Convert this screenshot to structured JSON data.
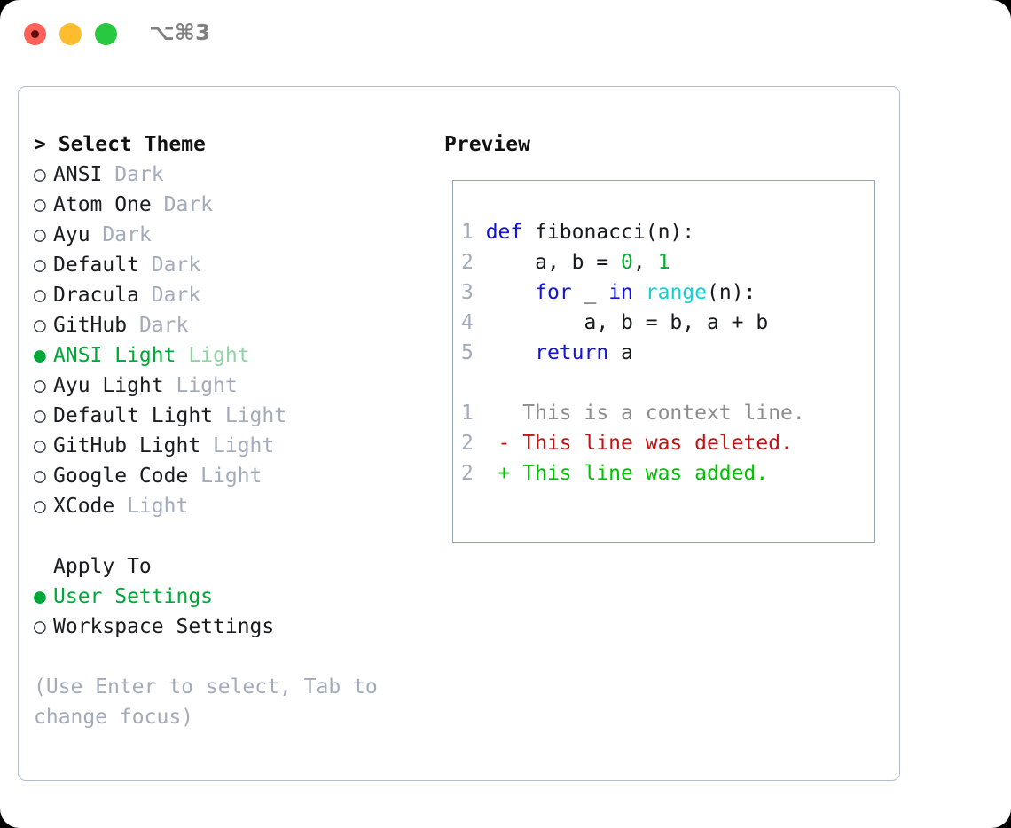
{
  "window": {
    "title": "⌥⌘3",
    "traffic_lights": [
      "close",
      "minimize",
      "maximize"
    ],
    "colors": {
      "close": "#ff6058",
      "minimize": "#ffbd2e",
      "maximize": "#28c840",
      "accent_green": "#00a83a",
      "border": "#b3bdcc",
      "muted": "#a3abbb"
    }
  },
  "theme_list": {
    "header": "Select Theme",
    "caret": ">",
    "bullet_selected": "●",
    "bullet_unselected": "○",
    "items": [
      {
        "name": "ANSI",
        "kind": "Dark",
        "selected": false
      },
      {
        "name": "Atom One",
        "kind": "Dark",
        "selected": false
      },
      {
        "name": "Ayu",
        "kind": "Dark",
        "selected": false
      },
      {
        "name": "Default",
        "kind": "Dark",
        "selected": false
      },
      {
        "name": "Dracula",
        "kind": "Dark",
        "selected": false
      },
      {
        "name": "GitHub",
        "kind": "Dark",
        "selected": false
      },
      {
        "name": "ANSI Light",
        "kind": "Light",
        "selected": true
      },
      {
        "name": "Ayu Light",
        "kind": "Light",
        "selected": false
      },
      {
        "name": "Default Light",
        "kind": "Light",
        "selected": false
      },
      {
        "name": "GitHub Light",
        "kind": "Light",
        "selected": false
      },
      {
        "name": "Google Code",
        "kind": "Light",
        "selected": false
      },
      {
        "name": "XCode",
        "kind": "Light",
        "selected": false
      }
    ]
  },
  "apply_to": {
    "label": "Apply To",
    "options": [
      {
        "name": "User Settings",
        "selected": true
      },
      {
        "name": "Workspace Settings",
        "selected": false
      }
    ]
  },
  "hint": "(Use Enter to select, Tab to change focus)",
  "preview": {
    "title": "Preview",
    "code_lines": [
      {
        "num": "1",
        "tokens": [
          {
            "t": "def",
            "c": "kw"
          },
          {
            "t": " fibonacci(n):",
            "c": "plain"
          }
        ]
      },
      {
        "num": "2",
        "tokens": [
          {
            "t": "    a, b = ",
            "c": "plain"
          },
          {
            "t": "0",
            "c": "num"
          },
          {
            "t": ", ",
            "c": "plain"
          },
          {
            "t": "1",
            "c": "num"
          }
        ]
      },
      {
        "num": "3",
        "tokens": [
          {
            "t": "    ",
            "c": "plain"
          },
          {
            "t": "for",
            "c": "kw"
          },
          {
            "t": " _ ",
            "c": "plain"
          },
          {
            "t": "in",
            "c": "kw"
          },
          {
            "t": " ",
            "c": "plain"
          },
          {
            "t": "range",
            "c": "fn"
          },
          {
            "t": "(n):",
            "c": "plain"
          }
        ]
      },
      {
        "num": "4",
        "tokens": [
          {
            "t": "        a, b = b, a + b",
            "c": "plain"
          }
        ]
      },
      {
        "num": "5",
        "tokens": [
          {
            "t": "    ",
            "c": "plain"
          },
          {
            "t": "return",
            "c": "kw"
          },
          {
            "t": " a",
            "c": "plain"
          }
        ]
      }
    ],
    "diff_lines": [
      {
        "num": "1",
        "marker": " ",
        "text": "This is a context line.",
        "kind": "d-ctx"
      },
      {
        "num": "2",
        "marker": "-",
        "text": "This line was deleted.",
        "kind": "d-del"
      },
      {
        "num": "2",
        "marker": "+",
        "text": "This line was added.",
        "kind": "d-add"
      }
    ]
  }
}
